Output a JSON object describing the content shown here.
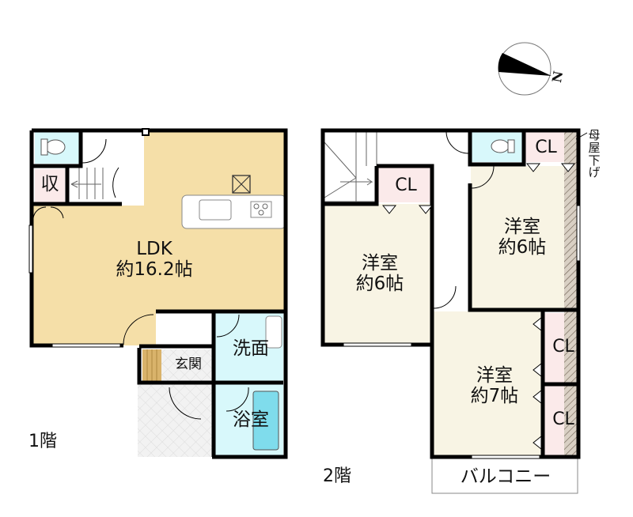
{
  "floor1": {
    "label": "1階",
    "rooms": {
      "ldk_name": "LDK",
      "ldk_size": "約16.2帖",
      "storage": "収",
      "washroom": "洗面",
      "bathroom": "浴室",
      "entrance": "玄関"
    }
  },
  "floor2": {
    "label": "2階",
    "rooms": {
      "western1_name": "洋室",
      "western1_size": "約6帖",
      "western2_name": "洋室",
      "western2_size": "約6帖",
      "western3_name": "洋室",
      "western3_size": "約7帖",
      "closet1": "CL",
      "closet2": "CL",
      "closet3": "CL",
      "closet4": "CL",
      "balcony": "バルコニー",
      "roof_note": "母屋下げ"
    }
  },
  "compass": {
    "north_label": "N"
  },
  "colors": {
    "ldk": "#f5dfa8",
    "western": "#f8f4e4",
    "wet": "#d8f8fb",
    "closet": "#fbeaea",
    "bath_tub": "#7fdcec",
    "wall": "#000000"
  }
}
